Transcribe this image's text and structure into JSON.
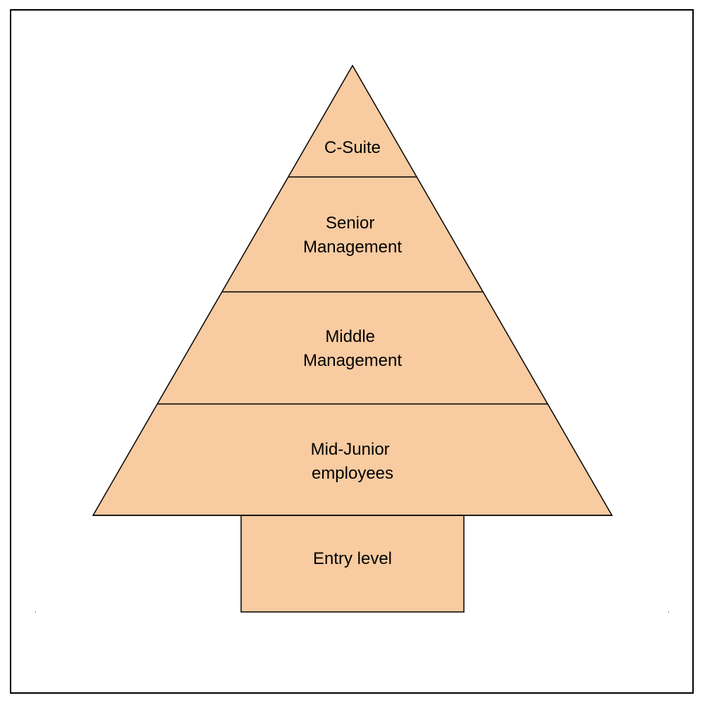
{
  "pyramid": {
    "fill_color": "#f8cba0",
    "line_color": "#000000",
    "levels": [
      {
        "label_lines": [
          "C-Suite"
        ]
      },
      {
        "label_lines": [
          "Senior",
          "Management"
        ]
      },
      {
        "label_lines": [
          "Middle",
          "Management"
        ]
      },
      {
        "label_lines": [
          "Mid-Junior",
          "employees"
        ]
      }
    ],
    "base": {
      "label_lines": [
        "Entry level"
      ]
    }
  }
}
